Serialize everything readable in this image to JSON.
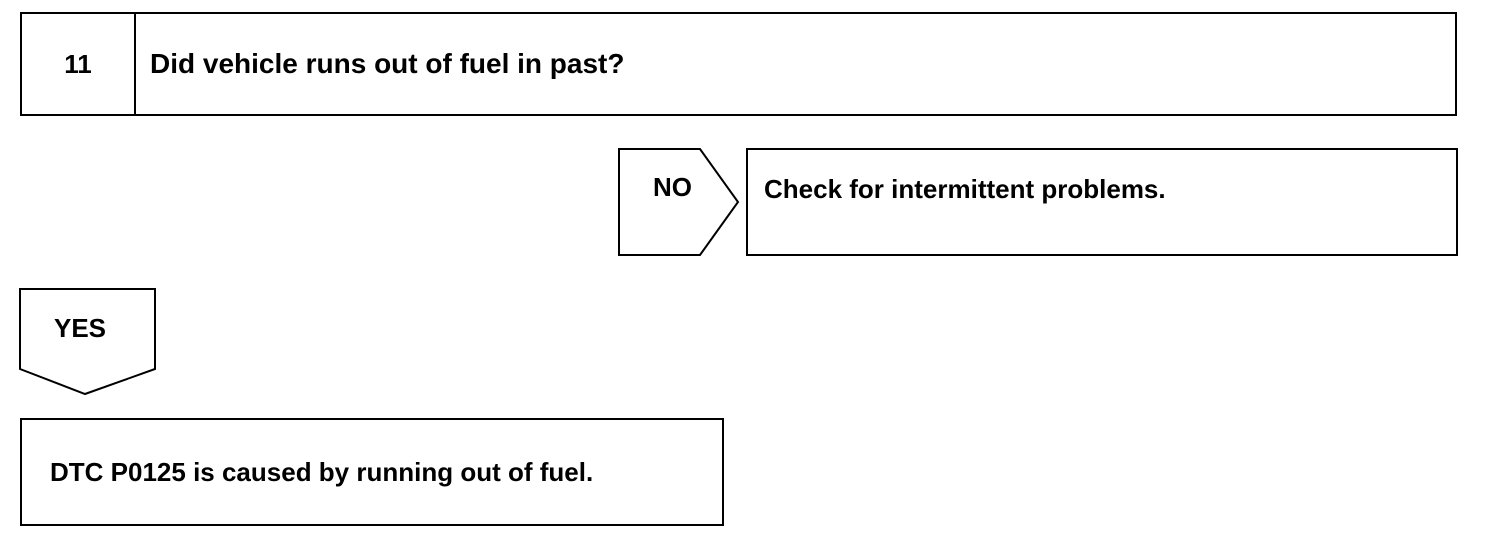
{
  "step": {
    "number": "11",
    "question": "Did vehicle runs out of fuel in past?"
  },
  "branch_no": {
    "label": "NO",
    "result": "Check for intermittent problems."
  },
  "branch_yes": {
    "label": "YES",
    "result": "DTC P0125 is caused by running out of fuel."
  }
}
